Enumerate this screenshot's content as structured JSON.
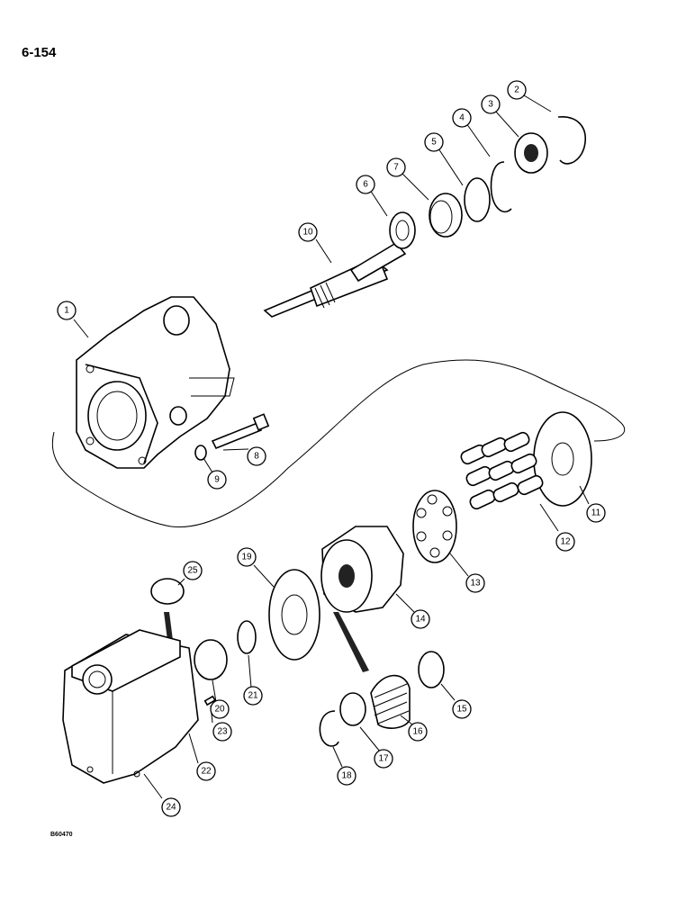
{
  "page": {
    "number": "6-154",
    "drawing_code": "B60470"
  },
  "callouts": [
    {
      "id": "1",
      "label": "1"
    },
    {
      "id": "2",
      "label": "2"
    },
    {
      "id": "3",
      "label": "3"
    },
    {
      "id": "4",
      "label": "4"
    },
    {
      "id": "5",
      "label": "5"
    },
    {
      "id": "6",
      "label": "6"
    },
    {
      "id": "7",
      "label": "7"
    },
    {
      "id": "8",
      "label": "8"
    },
    {
      "id": "9",
      "label": "9"
    },
    {
      "id": "10",
      "label": "10"
    },
    {
      "id": "11",
      "label": "11"
    },
    {
      "id": "12",
      "label": "12"
    },
    {
      "id": "13",
      "label": "13"
    },
    {
      "id": "14",
      "label": "14"
    },
    {
      "id": "15",
      "label": "15"
    },
    {
      "id": "16",
      "label": "16"
    },
    {
      "id": "17",
      "label": "17"
    },
    {
      "id": "18",
      "label": "18"
    },
    {
      "id": "19",
      "label": "19"
    },
    {
      "id": "20",
      "label": "20"
    },
    {
      "id": "21",
      "label": "21"
    },
    {
      "id": "22",
      "label": "22"
    },
    {
      "id": "23",
      "label": "23"
    },
    {
      "id": "24",
      "label": "24"
    },
    {
      "id": "25",
      "label": "25"
    }
  ]
}
